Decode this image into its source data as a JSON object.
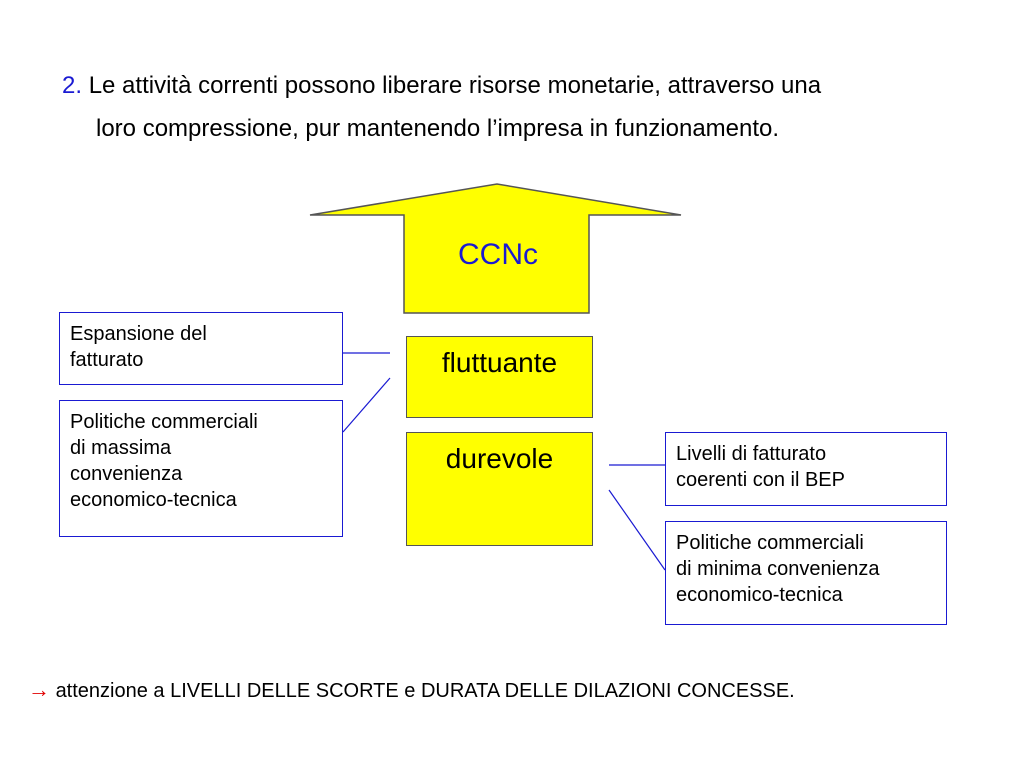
{
  "heading": {
    "number": "2.",
    "line1": "Le attività correnti possono liberare risorse monetarie, attraverso una",
    "line2": "loro compressione, pur mantenendo l’impresa in funzionamento."
  },
  "arrow_label": "CCNc",
  "blocks": {
    "fluttuante": "fluttuante",
    "durevole": "durevole"
  },
  "left_boxes": {
    "top": {
      "line1": "Espansione del",
      "line2": "fatturato"
    },
    "bottom": {
      "line1": "Politiche commerciali",
      "line2": "di massima",
      "line3": "convenienza",
      "line4": "economico-tecnica"
    }
  },
  "right_boxes": {
    "top": {
      "line1": "Livelli di fatturato",
      "line2": "coerenti con il BEP"
    },
    "bottom": {
      "line1": "Politiche commerciali",
      "line2": "di minima convenienza",
      "line3": "economico-tecnica"
    }
  },
  "note": {
    "arrow_symbol": "→",
    "text": "attenzione a LIVELLI DELLE SCORTE e DURATA DELLE DILAZIONI CONCESSE."
  },
  "colors": {
    "accent_blue": "#1a1ad2",
    "arrow_fill": "#ffff00",
    "note_arrow": "#e00000"
  }
}
